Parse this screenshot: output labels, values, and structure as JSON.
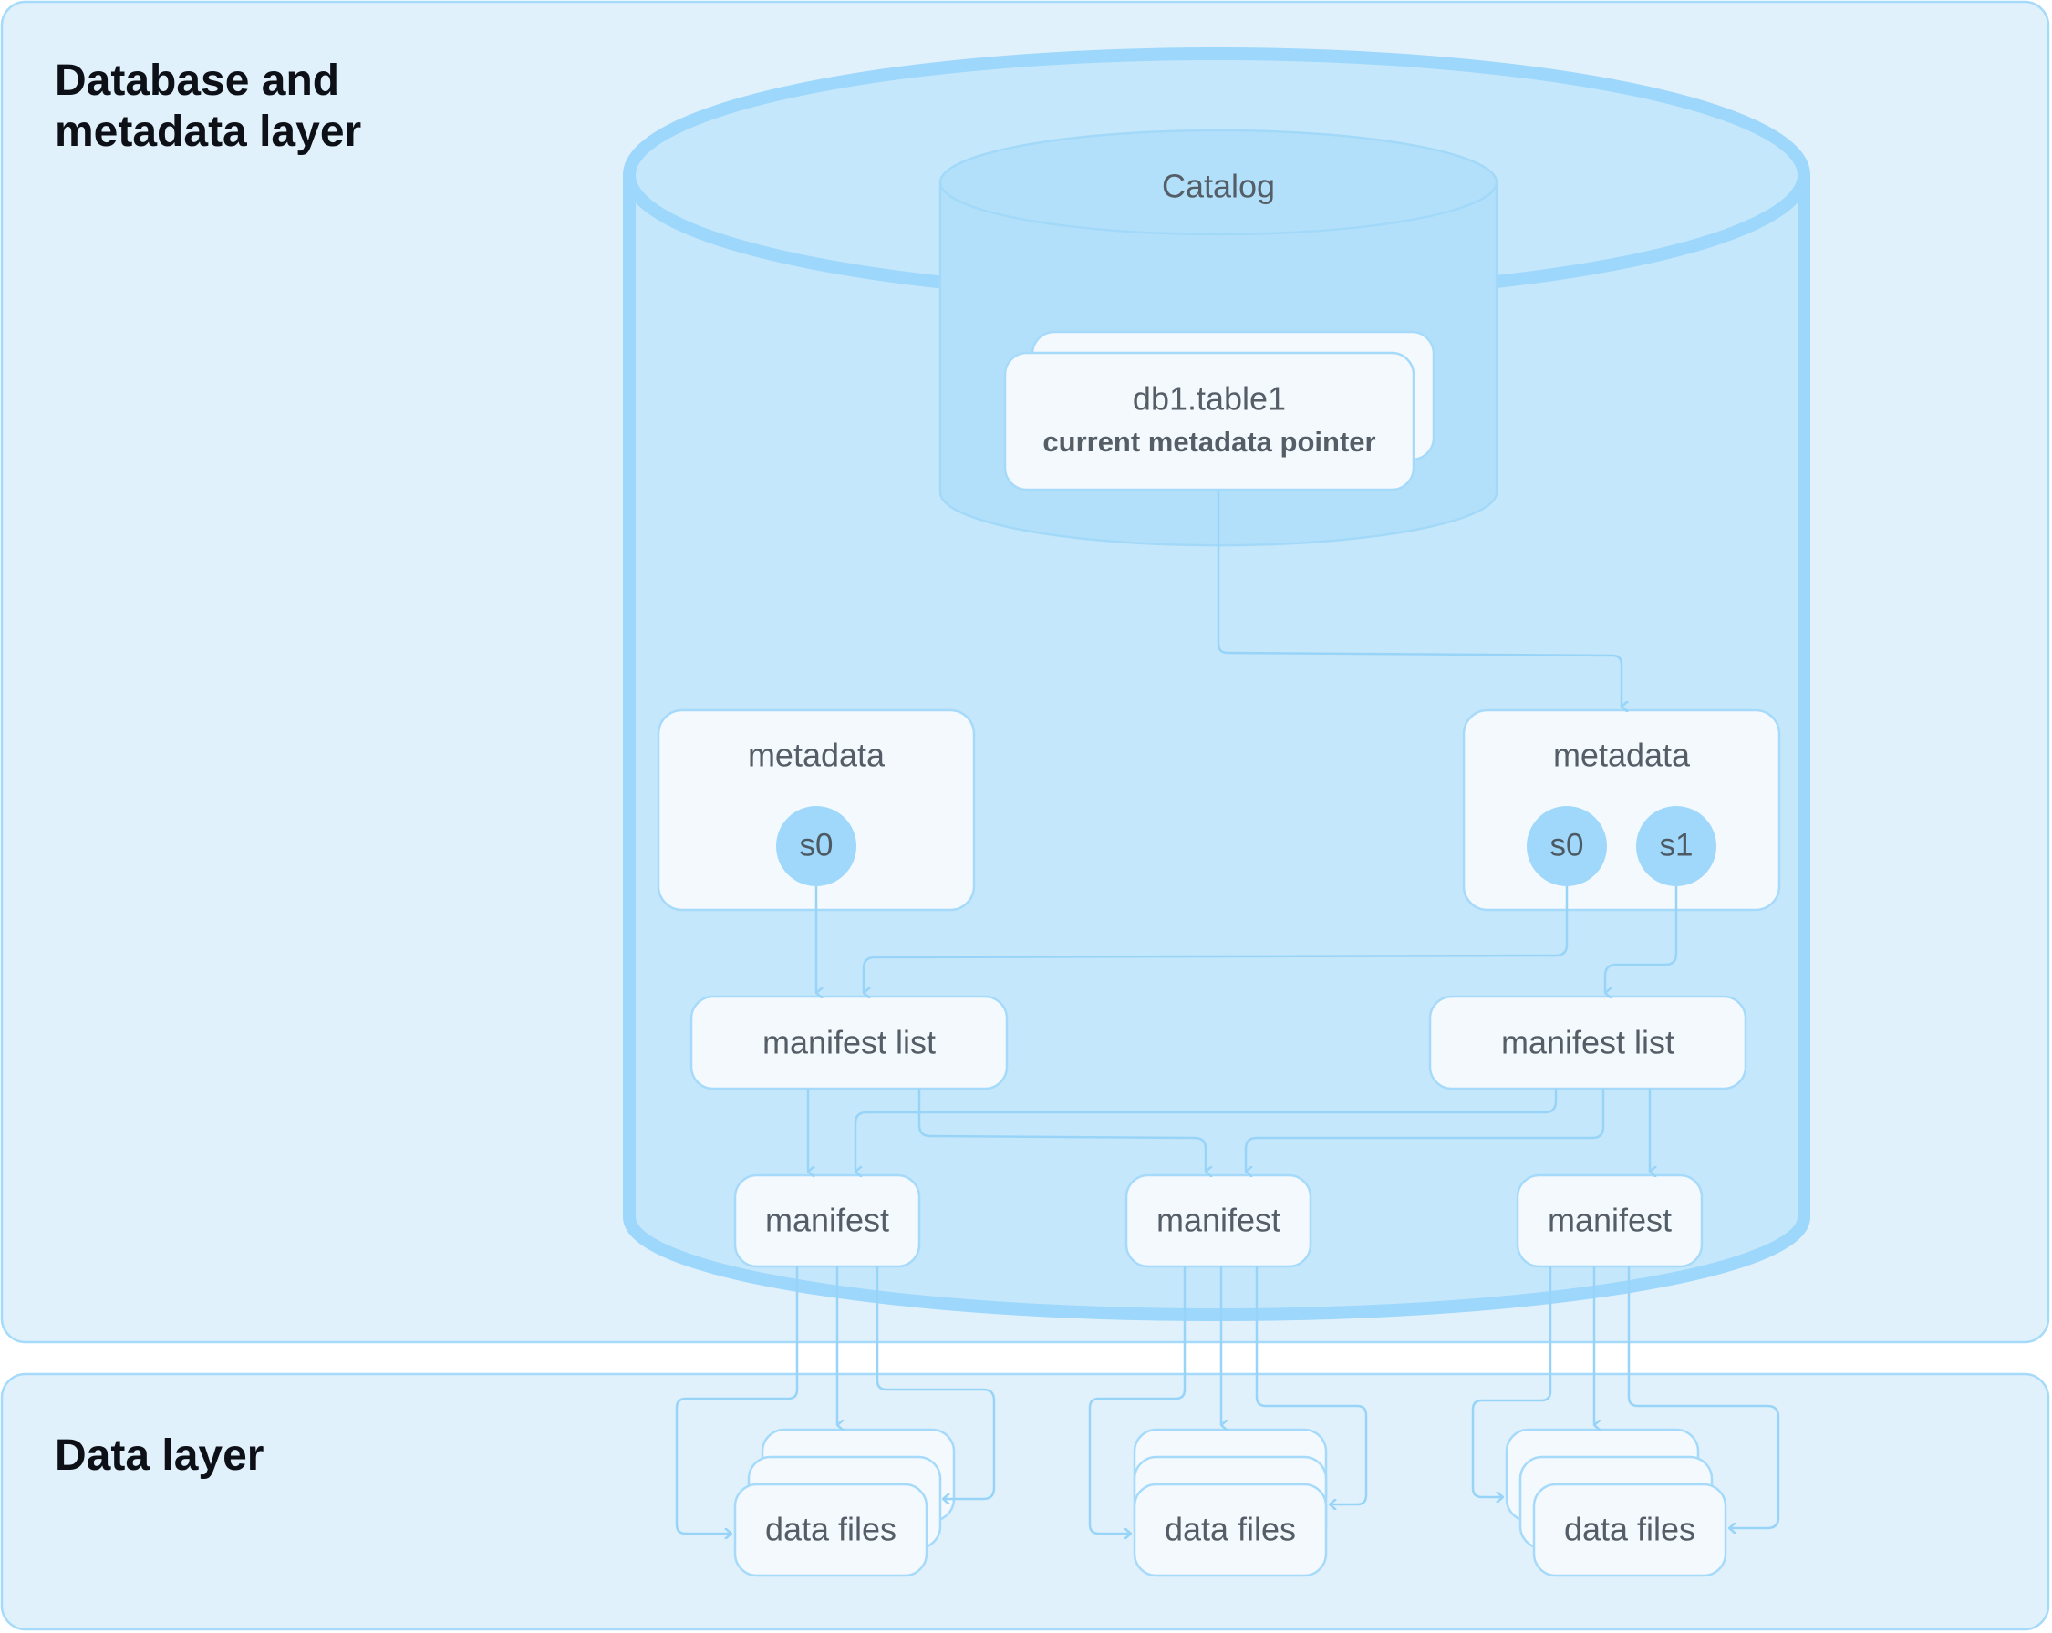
{
  "layers": {
    "database": {
      "title_line1": "Database and",
      "title_line2": "metadata layer"
    },
    "data": {
      "title": "Data layer"
    }
  },
  "catalog": {
    "label": "Catalog",
    "table": {
      "name": "db1.table1",
      "pointer": "current metadata pointer"
    }
  },
  "metadata": [
    {
      "label": "metadata",
      "snapshots": [
        "s0"
      ]
    },
    {
      "label": "metadata",
      "snapshots": [
        "s0",
        "s1"
      ]
    }
  ],
  "manifest_lists": [
    {
      "label": "manifest list"
    },
    {
      "label": "manifest list"
    }
  ],
  "manifests": [
    {
      "label": "manifest"
    },
    {
      "label": "manifest"
    },
    {
      "label": "manifest"
    }
  ],
  "data_files": [
    {
      "label": "data files"
    },
    {
      "label": "data files"
    },
    {
      "label": "data files"
    }
  ],
  "colors": {
    "panel_fill": "#e0f1fc",
    "panel_stroke": "#a6dafa",
    "cylinder_fill": "#c5e7fb",
    "cylinder_stroke": "#9dd7fb",
    "catalog_fill": "#b2e0fb",
    "snapshot_fill": "#9fd8fa",
    "connector": "#98d4f8"
  }
}
